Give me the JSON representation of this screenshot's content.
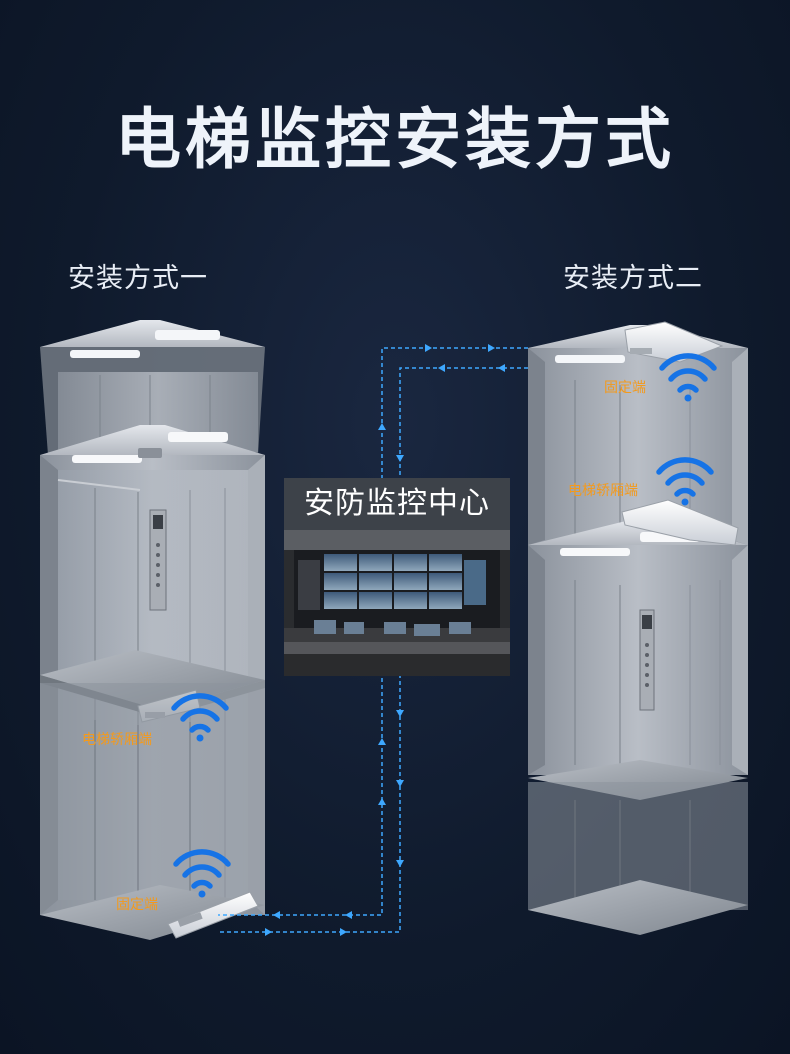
{
  "header": {
    "title": "电梯监控安装方式"
  },
  "methods": {
    "one": {
      "label": "安装方式一",
      "car_label": "电梯轿厢端",
      "fixed_label": "固定端"
    },
    "two": {
      "label": "安装方式二",
      "car_label": "电梯轿厢端",
      "fixed_label": "固定端"
    }
  },
  "center": {
    "title": "安防监控中心"
  },
  "colors": {
    "background": "#0f1a2c",
    "label_orange": "#f39a1d",
    "wifi_blue": "#1673e6",
    "link_line": "#3ea8ff"
  },
  "icons": [
    "wifi-signal-icon",
    "arrow-icon",
    "ceiling-light-icon",
    "elevator-panel-icon",
    "bridge-device-icon"
  ]
}
